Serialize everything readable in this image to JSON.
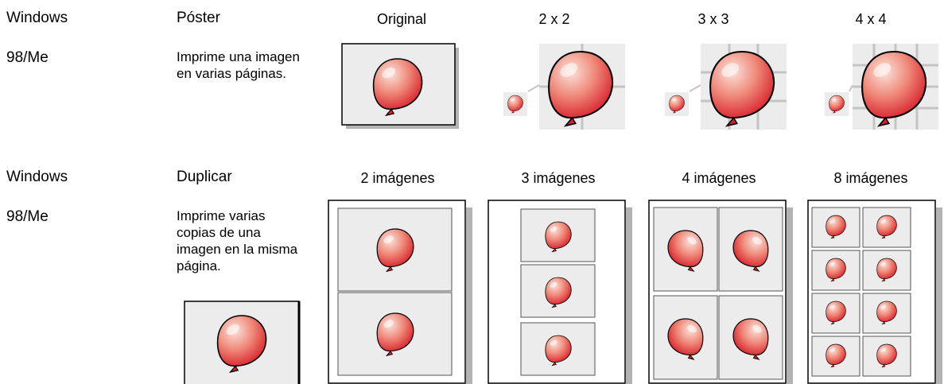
{
  "colors": {
    "balloon_light": "#fbe3dc",
    "balloon_mid": "#ef8a7a",
    "balloon_dark": "#d8202a",
    "paper_gray": "#ececec",
    "shadow_gray": "#b3b3b3"
  },
  "row1": {
    "os_line1": "Windows",
    "os_line2": "98/Me",
    "feature": "Póster",
    "description": "Imprime una imagen en varias páginas.",
    "labels": [
      "Original",
      "2 x 2",
      "3 x 3",
      "4 x 4"
    ]
  },
  "row2": {
    "os_line1": "Windows",
    "os_line2": "98/Me",
    "feature": "Duplicar",
    "description": "Imprime varias copias de una imagen en la misma página.",
    "labels": [
      "2 imágenes",
      "3 imágenes",
      "4 imágenes",
      "8 imágenes"
    ]
  },
  "icons": {
    "balloon": "balloon-icon"
  }
}
